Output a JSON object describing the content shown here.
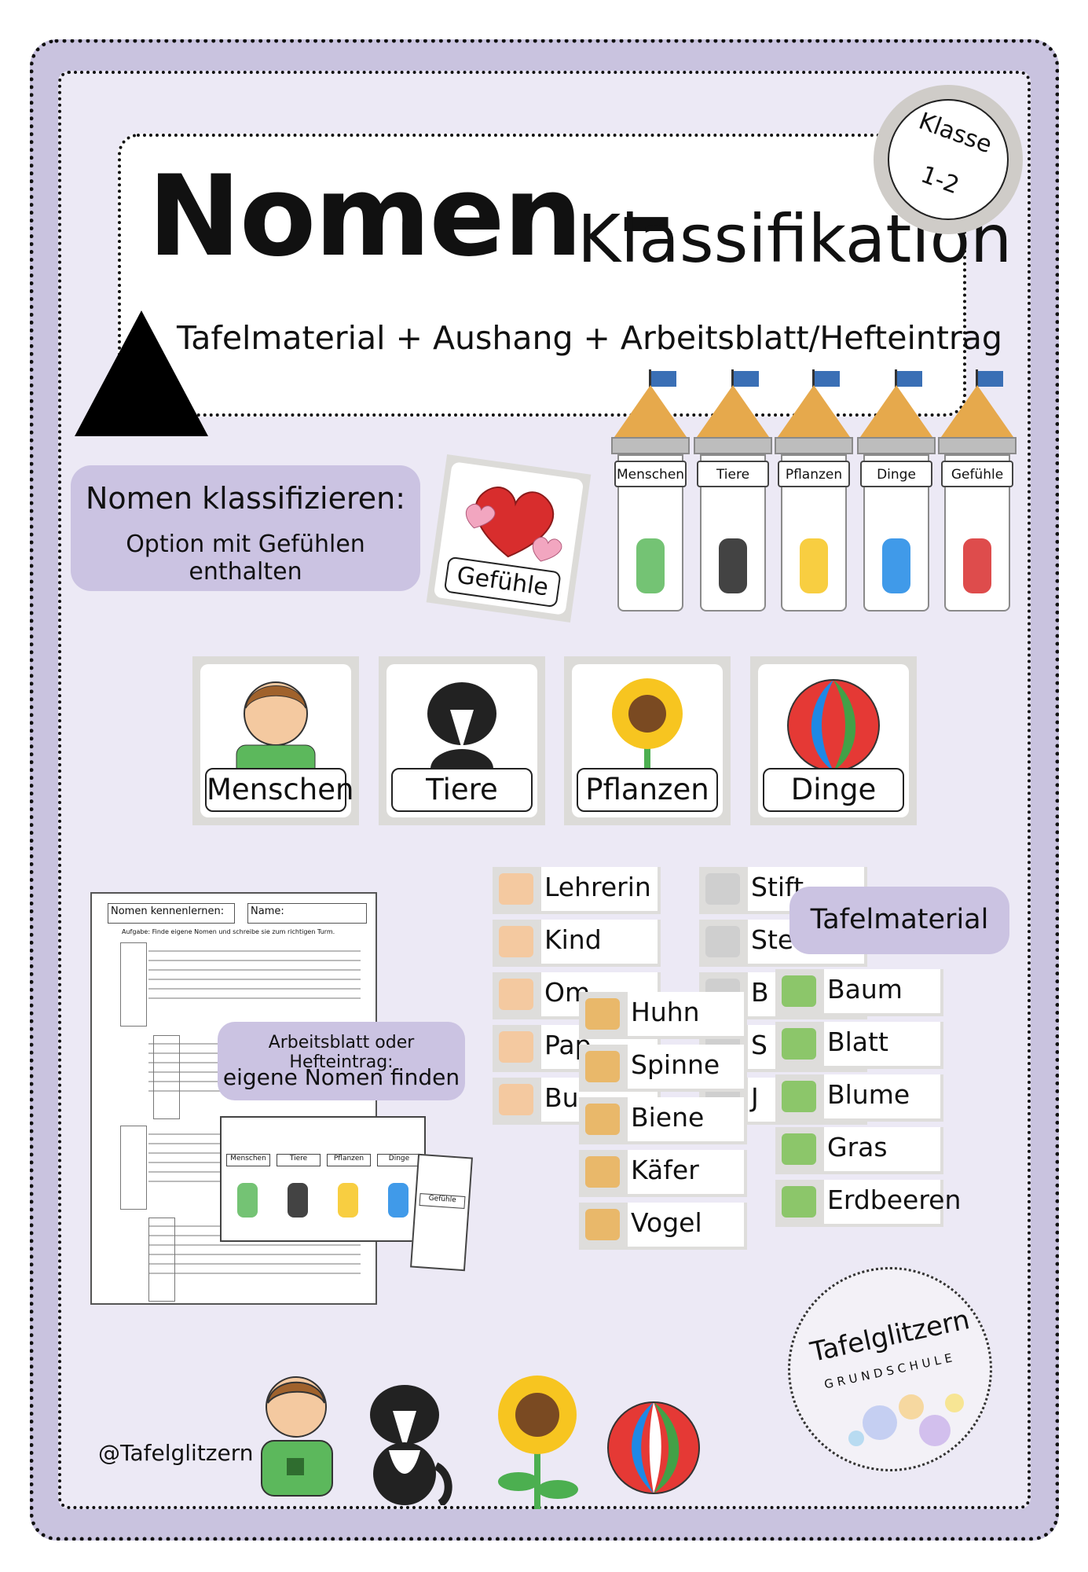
{
  "title": {
    "main": "Nomen –",
    "sub": "Klassifikation"
  },
  "subtitle": "Tafelmaterial + Aushang + Arbeitsblatt/Hefteintrag",
  "badge": {
    "line1": "Klasse",
    "line2": "1-2"
  },
  "feature_pill": {
    "line1": "Nomen klassifizieren:",
    "line2": "Option mit Gefühlen enthalten"
  },
  "feelings_card": "Gefühle",
  "towers": [
    "Menschen",
    "Tiere",
    "Pflanzen",
    "Dinge",
    "Gefühle"
  ],
  "category_cards": [
    "Menschen",
    "Tiere",
    "Pflanzen",
    "Dinge"
  ],
  "word_cards": {
    "people": [
      "Lehrerin",
      "Kind",
      "Om",
      "Pap",
      "Bu"
    ],
    "things": [
      "Stift",
      "Ste",
      "B",
      "S",
      "J"
    ],
    "animals": [
      "Huhn",
      "Spinne",
      "Biene",
      "Käfer",
      "Vogel"
    ],
    "plants": [
      "Baum",
      "Blatt",
      "Blume",
      "Gras",
      "Erdbeeren"
    ]
  },
  "tafelmaterial_pill": "Tafelmaterial",
  "worksheet": {
    "field1": "Nomen kennenlernen:",
    "field2": "Name:",
    "task": "Aufgabe:  Finde eigene Nomen und schreibe sie zum richtigen Turm."
  },
  "worksheet_pill": {
    "line1": "Arbeitsblatt oder Hefteintrag:",
    "line2": "eigene Nomen finden"
  },
  "handle": "@Tafelglitzern",
  "logo": {
    "name": "Tafelglitzern",
    "sub": "GRUNDSCHULE"
  },
  "colors": {
    "frame": "#c9c3df",
    "background": "#ece9f5",
    "pill": "#cbc3e2",
    "tower_roof": "#e6a94c",
    "flag": "#3a6fb5"
  }
}
